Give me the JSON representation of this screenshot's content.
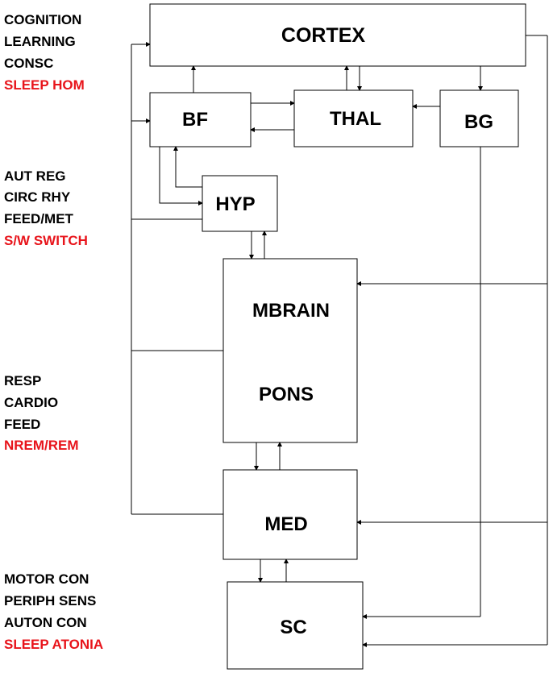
{
  "colors": {
    "text": "#000000",
    "highlight": "#e8141b",
    "line": "#000000"
  },
  "blocks": {
    "cortex": "CORTEX",
    "bf": "BF",
    "thal": "THAL",
    "bg": "BG",
    "hyp": "HYP",
    "mbrain": "MBRAIN",
    "pons": "PONS",
    "med": "MED",
    "sc": "SC"
  },
  "label_groups": [
    {
      "lines": [
        "COGNITION",
        "LEARNING",
        "CONSC"
      ],
      "highlight": "SLEEP HOM"
    },
    {
      "lines": [
        "AUT REG",
        "CIRC RHY",
        "FEED/MET"
      ],
      "highlight": "S/W SWITCH"
    },
    {
      "lines": [
        "RESP",
        "CARDIO",
        "FEED"
      ],
      "highlight": "NREM/REM"
    },
    {
      "lines": [
        "MOTOR CON",
        "PERIPH SENS",
        "AUTON CON"
      ],
      "highlight": "SLEEP ATONIA"
    }
  ]
}
